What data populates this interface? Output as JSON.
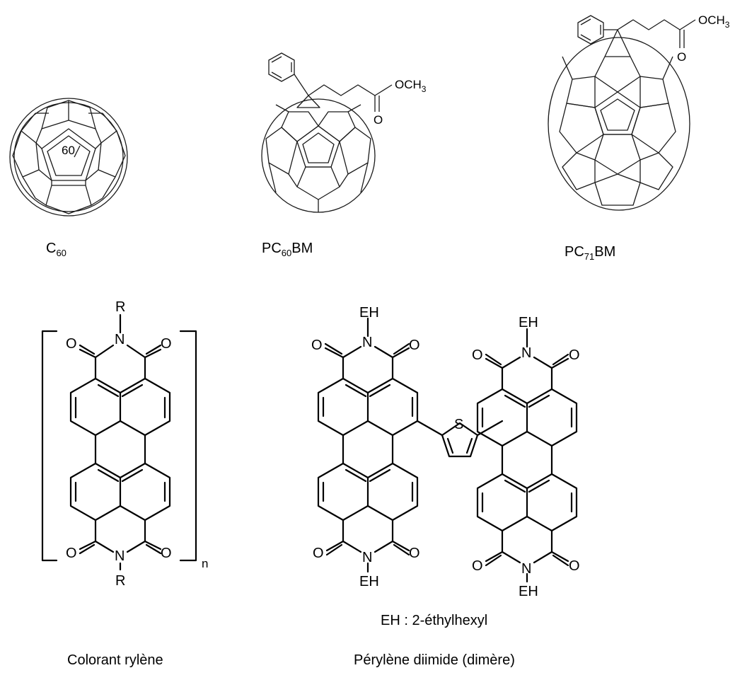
{
  "c60": {
    "label_main": "C",
    "label_sub": "60",
    "center_text": "60"
  },
  "pc60bm": {
    "label_pre": "PC",
    "label_sub": "60",
    "label_post": "BM",
    "ester": "OCH",
    "ester_sub": "3",
    "carbonyl": "O"
  },
  "pc71bm": {
    "label_pre": "PC",
    "label_sub": "71",
    "label_post": "BM",
    "ester": "OCH",
    "ester_sub": "3",
    "carbonyl": "O"
  },
  "rylene": {
    "caption": "Colorant rylène",
    "substituent": "R",
    "nitrogen": "N",
    "oxygen": "O",
    "repeat": "n"
  },
  "pdi": {
    "caption": "Pérylène diimide (dimère)",
    "note": "EH : 2-éthylhexyl",
    "substituent": "EH",
    "nitrogen": "N",
    "oxygen": "O",
    "sulfur": "S"
  }
}
